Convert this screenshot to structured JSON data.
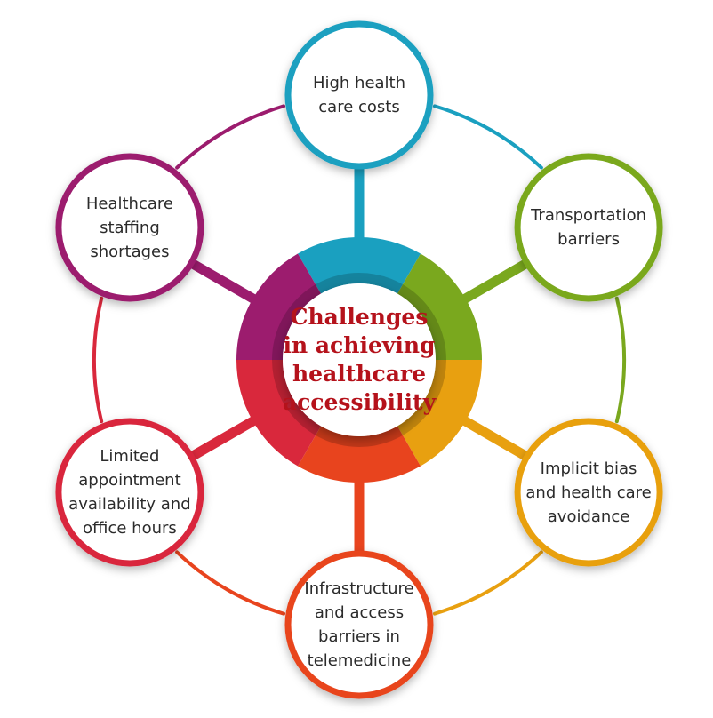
{
  "center": {
    "title": "Challenges\nin achieving\nhealthcare\naccessibility"
  },
  "nodes": [
    {
      "id": "high-health-care-costs",
      "label": "High health\ncare costs",
      "color": "#1aa0c0"
    },
    {
      "id": "transportation-barriers",
      "label": "Transportation\nbarriers",
      "color": "#7aa81e"
    },
    {
      "id": "implicit-bias",
      "label": "Implicit bias\nand health care\navoidance",
      "color": "#e8a010"
    },
    {
      "id": "infrastructure-telemedicine",
      "label": "Infrastructure\nand access\nbarriers in\ntelemedicine",
      "color": "#e8441e"
    },
    {
      "id": "limited-appointment",
      "label": "Limited\nappointment\navailability and\noffice hours",
      "color": "#d9283c"
    },
    {
      "id": "staffing-shortages",
      "label": "Healthcare\nstaffing\nshortages",
      "color": "#9c1c6e"
    }
  ],
  "colors": {
    "title": "#b5121b",
    "label": "#2b2b2b"
  }
}
